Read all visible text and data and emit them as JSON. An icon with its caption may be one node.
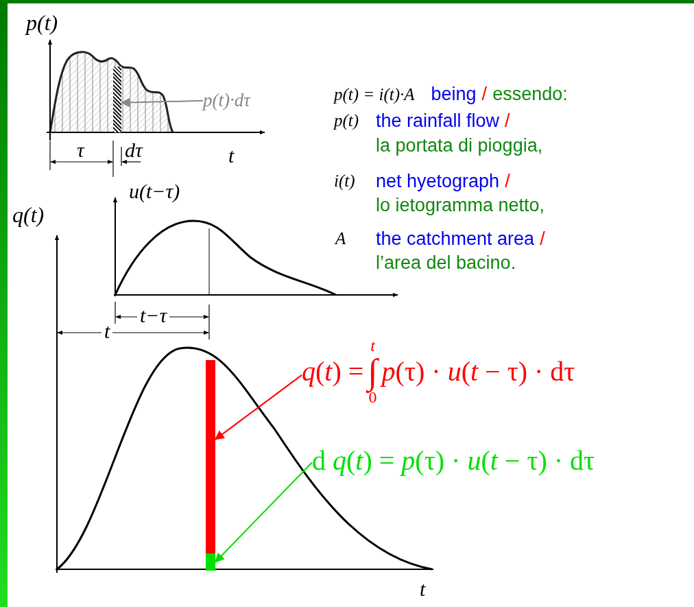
{
  "diagram": {
    "nodes": [
      {
        "text": [
          "p(t)·dτ"
        ]
      },
      {
        "text": [],
        "shape": "bar"
      },
      {
        "text": [
          "*q*(*t*) =",
          "t",
          "∫",
          "0",
          "*p*(τ) · *u*(*t* − τ) · dτ"
        ]
      },
      {
        "text": [],
        "shape": "bar"
      },
      {
        "text": [
          "d *q*(*t*) = *p*(τ) · *u*(*t* − τ) · dτ"
        ]
      },
      {
        "text": [],
        "shape": "bar"
      }
    ],
    "edges": [
      {
        "from": 0,
        "to": 1,
        "arrow": "to",
        "color": "#888888"
      },
      {
        "from": 2,
        "to": 3,
        "arrow": "to",
        "color": "#ff0000"
      },
      {
        "from": 4,
        "to": 5,
        "arrow": "to",
        "color": "#00e000"
      }
    ],
    "labels": [
      "p(t)",
      "τ",
      "dτ",
      "t",
      "p(t) = i(t)·A",
      "being",
      "/",
      "essendo:",
      "p(t)",
      "the rainfall flow",
      "/",
      "la portata di pioggia,",
      "i(t)",
      "net hyetograph",
      "/",
      "lo ietogramma netto,",
      "A",
      "the catchment area",
      "/",
      "l’area del bacino.",
      "u(t−τ)",
      "q(t)",
      "t−τ",
      "t",
      "t"
    ]
  }
}
